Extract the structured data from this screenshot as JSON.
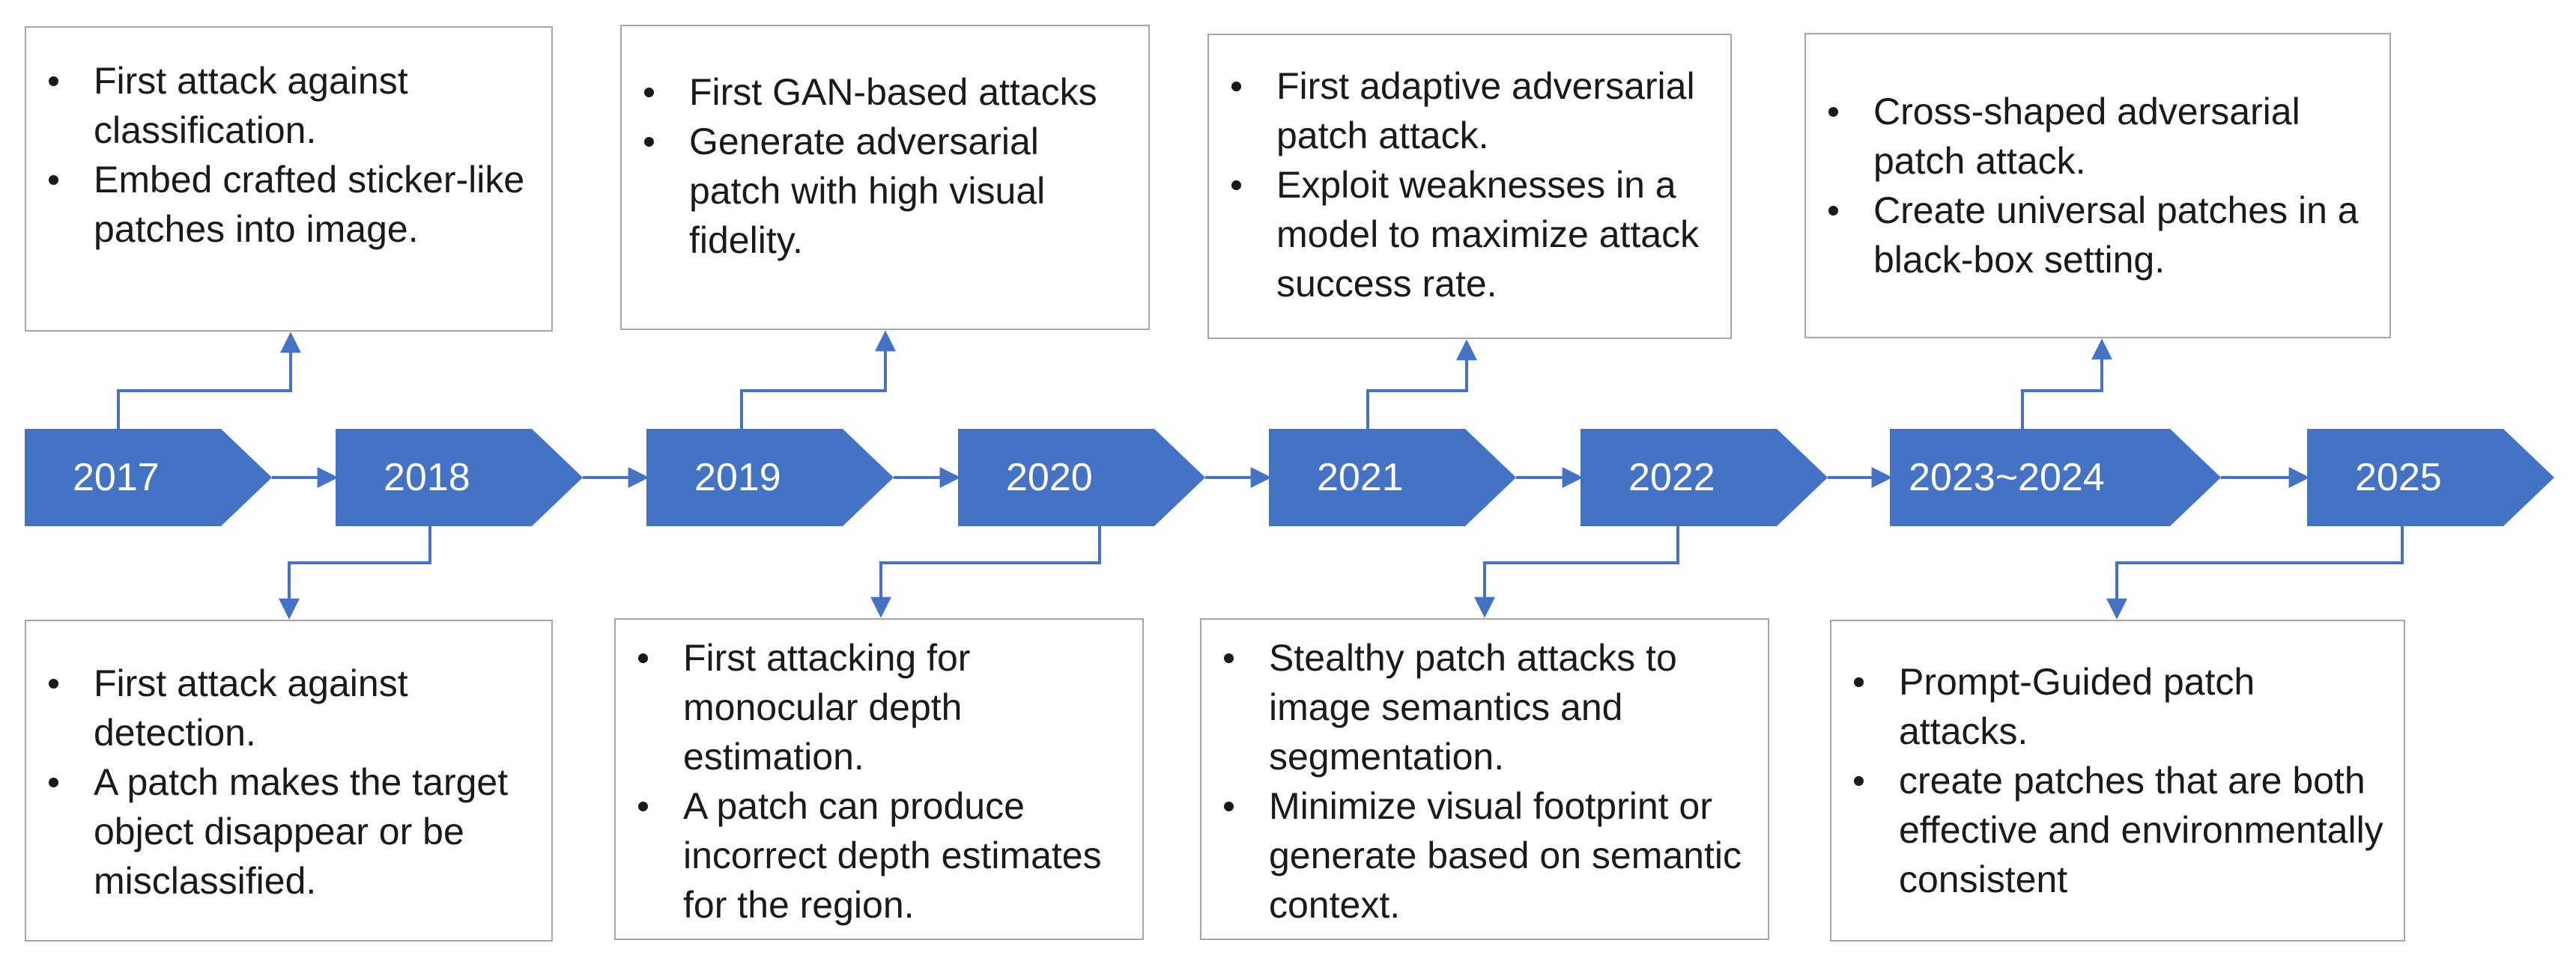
{
  "colors": {
    "arrow_fill": "#4472c4",
    "arrow_text": "#ffffff",
    "connector": "#4472c4",
    "box_border": "#a6a6a6",
    "text": "#1a1a1a"
  },
  "years": [
    "2017",
    "2018",
    "2019",
    "2020",
    "2021",
    "2022",
    "2023~2024",
    "2025"
  ],
  "top_boxes": [
    {
      "year": "2017",
      "items": [
        "First attack against classification.",
        "Embed crafted sticker-like patches into image."
      ]
    },
    {
      "year": "2019",
      "items": [
        "First GAN-based attacks",
        "Generate adversarial patch with high visual fidelity."
      ]
    },
    {
      "year": "2021",
      "items": [
        "First adaptive adversarial patch attack.",
        "Exploit weaknesses in a model to maximize attack success rate."
      ]
    },
    {
      "year": "2023~2024",
      "items": [
        "Cross-shaped adversarial patch attack.",
        "Create universal patches in a black-box setting."
      ]
    }
  ],
  "bottom_boxes": [
    {
      "year": "2018",
      "items": [
        "First attack against detection.",
        "A patch makes the target object disappear or be misclassified."
      ]
    },
    {
      "year": "2020",
      "items": [
        "First attacking for monocular depth estimation.",
        "A patch can produce incorrect depth estimates for the region."
      ]
    },
    {
      "year": "2022",
      "items": [
        "Stealthy patch attacks to image semantics and segmentation.",
        "Minimize visual footprint or generate based on semantic context."
      ]
    },
    {
      "year": "2025",
      "items": [
        "Prompt-Guided patch attacks.",
        "create patches that are both effective and environmentally consistent"
      ]
    }
  ]
}
